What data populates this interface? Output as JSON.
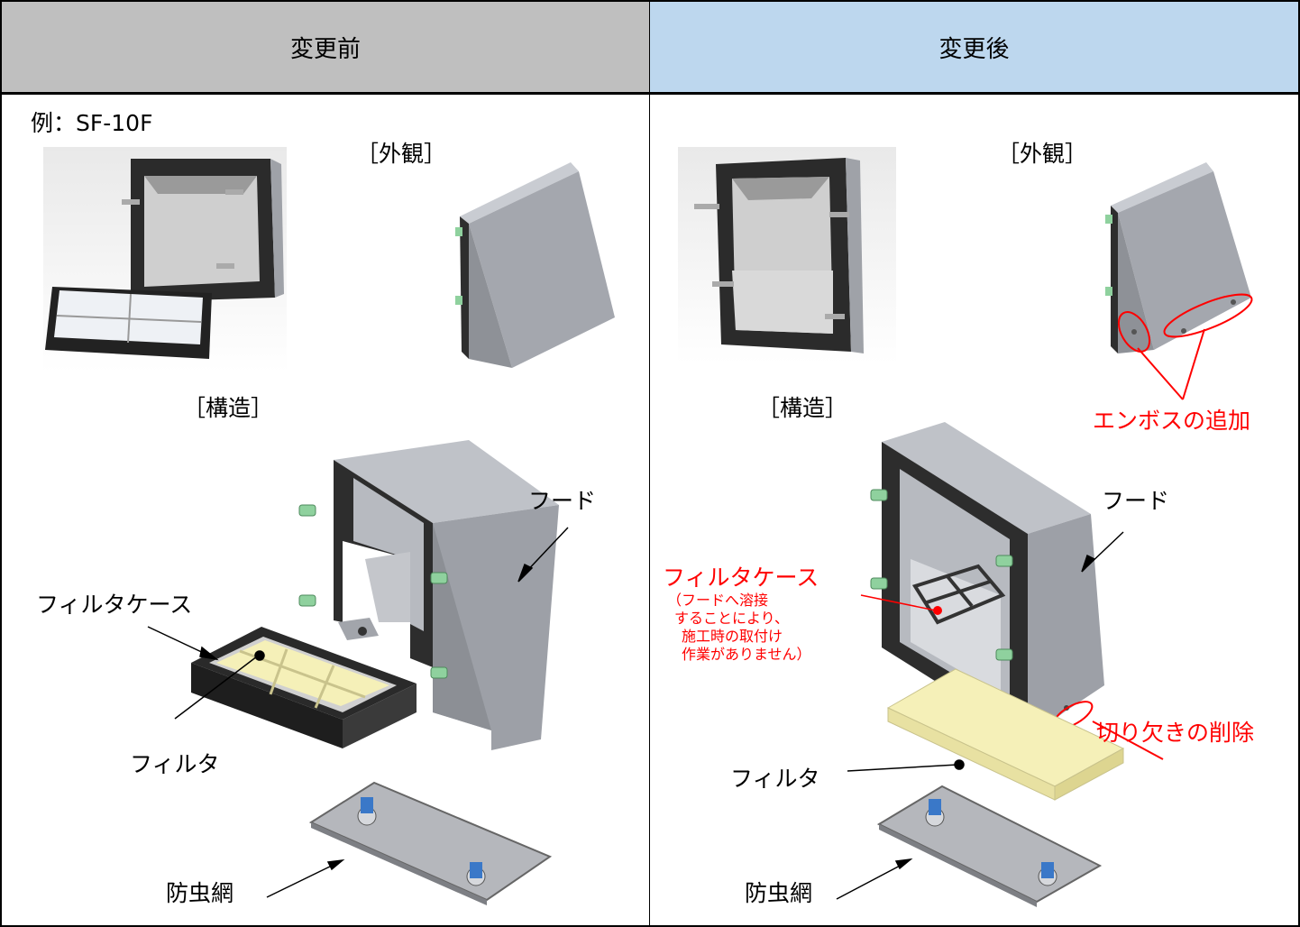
{
  "headers": {
    "before": "変更前",
    "after": "変更後"
  },
  "left": {
    "example_label": "例：SF-10F",
    "appearance_label": "［外観］",
    "structure_label": "［構造］",
    "parts": {
      "hood": "フード",
      "filter_case": "フィルタケース",
      "filter": "フィルタ",
      "insect_net": "防虫網"
    }
  },
  "right": {
    "appearance_label": "［外観］",
    "structure_label": "［構造］",
    "emboss_note": "エンボスの追加",
    "parts": {
      "hood": "フード",
      "filter_case": "フィルタケース",
      "filter": "フィルタ",
      "insect_net": "防虫網"
    },
    "filter_case_note": [
      "（フードへ溶接",
      "することにより、",
      "施工時の取付け",
      "作業がありません）"
    ],
    "notch_note": "切り欠きの削除"
  },
  "colors": {
    "header_before": "#bfbfbf",
    "header_after": "#bdd7ee",
    "annotation_red": "#ff0000",
    "filter_yellow": "#f5f0b8",
    "bolt_green": "#8fd19e",
    "bolt_blue": "#3a78c8"
  }
}
